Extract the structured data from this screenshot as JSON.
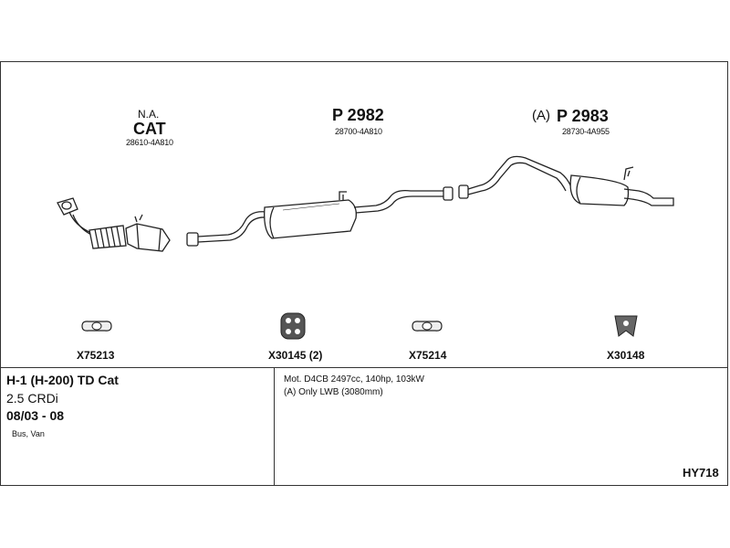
{
  "sections": {
    "cat": {
      "note": "N.A.",
      "title": "CAT",
      "code": "28610-4A810"
    },
    "front": {
      "title": "P 2982",
      "code": "28700-4A810"
    },
    "rear": {
      "prefix": "(A)",
      "title": "P 2983",
      "code": "28730-4A955"
    }
  },
  "parts": [
    {
      "code": "X75213",
      "icon": "gasket-oval-icon"
    },
    {
      "code": "X30145 (2)",
      "icon": "rubber-hanger-icon"
    },
    {
      "code": "X75214",
      "icon": "gasket-oval-icon"
    },
    {
      "code": "X30148",
      "icon": "rubber-mount-icon"
    }
  ],
  "vehicle": {
    "model": "H-1 (H-200) TD Cat",
    "engine": "2.5 CRDi",
    "years": "08/03 - 08",
    "body": "Bus, Van"
  },
  "notes": {
    "line1": "Mot. D4CB 2497cc, 140hp, 103kW",
    "line2": "(A) Only LWB (3080mm)"
  },
  "diagram_id": "HY718"
}
